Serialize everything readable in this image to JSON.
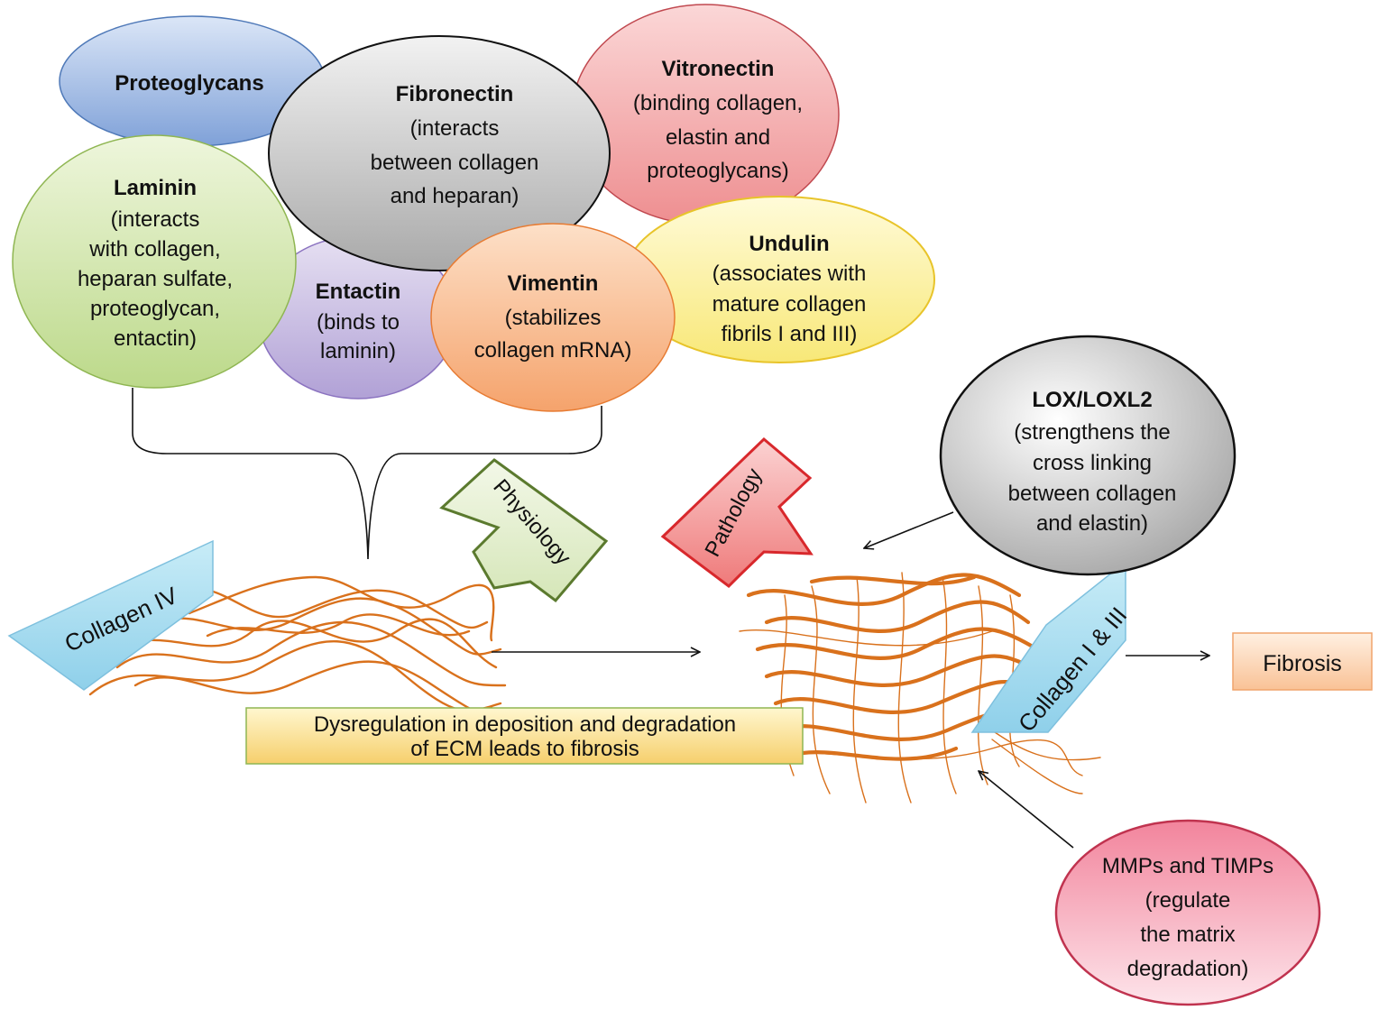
{
  "ellipses": {
    "proteoglycans": {
      "title": "Proteoglycans",
      "lines": []
    },
    "fibronectin": {
      "title": "Fibronectin",
      "lines": [
        "(interacts",
        "between collagen",
        "and heparan)"
      ]
    },
    "vitronectin": {
      "title": "Vitronectin",
      "lines": [
        "(binding collagen,",
        "elastin and",
        "proteoglycans)"
      ]
    },
    "laminin": {
      "title": "Laminin",
      "lines": [
        "(interacts",
        "with collagen,",
        "heparan sulfate,",
        "proteoglycan,",
        "entactin)"
      ]
    },
    "entactin": {
      "title": "Entactin",
      "lines": [
        "(binds to",
        "laminin)"
      ]
    },
    "vimentin": {
      "title": "Vimentin",
      "lines": [
        "(stabilizes",
        "collagen mRNA)"
      ]
    },
    "undulin": {
      "title": "Undulin",
      "lines": [
        "(associates with",
        "mature collagen",
        "fibrils I and III)"
      ]
    },
    "lox": {
      "title": "LOX/LOXL2",
      "lines": [
        "(strengthens the",
        "cross linking",
        "between collagen",
        "and elastin)"
      ]
    },
    "mmps": {
      "title": "",
      "lines": [
        "MMPs and TIMPs",
        "(regulate",
        "the matrix",
        "degradation)"
      ]
    }
  },
  "arrows": {
    "collagen_iv": "Collagen IV",
    "collagen_i_iii": "Collagen I & III",
    "physiology": "Physiology",
    "pathology": "Pathology"
  },
  "boxes": {
    "fibrosis": "Fibrosis",
    "dysregulation": [
      "Dysregulation in deposition and degradation",
      "of ECM leads to fibrosis"
    ]
  }
}
